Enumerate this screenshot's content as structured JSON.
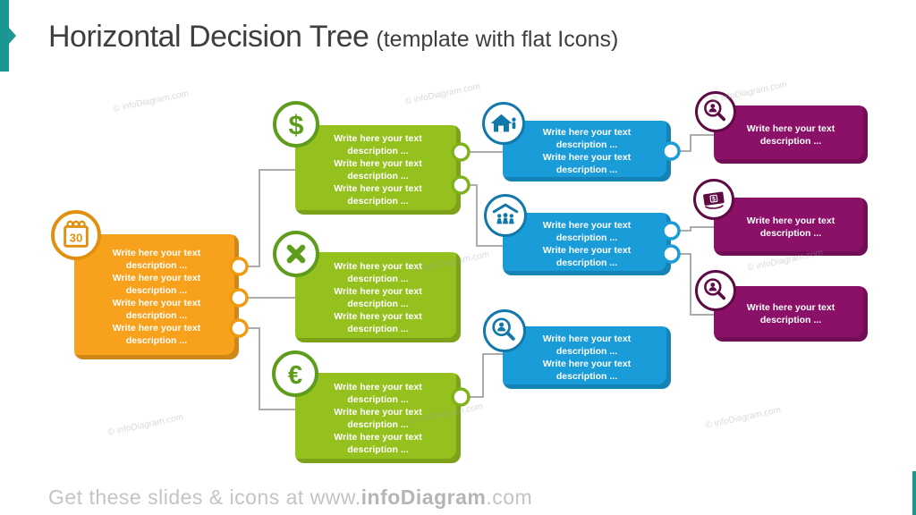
{
  "title": {
    "main": "Horizontal Decision Tree",
    "sub": "(template with flat Icons)"
  },
  "footer": {
    "pre": "Get these slides & icons at www.",
    "brand": "infoDiagram",
    "post": ".com"
  },
  "watermark_text": "© infoDiagram.com",
  "colors": {
    "orange": "#F7A11D",
    "green": "#95C11F",
    "blue": "#199CD8",
    "purple": "#8A1167",
    "teal_accent": "#1B9793",
    "connector_gray": "#ACACAC",
    "title_text": "#3E3E3E",
    "footer_text": "#C4C4C4",
    "box_text": "#FFFFFF"
  },
  "nodes": {
    "root": {
      "icon": "calendar-30-icon",
      "badge_label": "30",
      "lines": [
        "Write here your text",
        "description ...",
        "Write here your text",
        "description ...",
        "Write here your text",
        "description ...",
        "Write here your text",
        "description ..."
      ]
    },
    "green1": {
      "icon": "dollar-icon",
      "badge_label": "$",
      "lines": [
        "Write here your text",
        "description ...",
        "Write here your text",
        "description ...",
        "Write here your text",
        "description ..."
      ]
    },
    "green2": {
      "icon": "cross-icon",
      "badge_label": "",
      "lines": [
        "Write here your text",
        "description ...",
        "Write here your text",
        "description ...",
        "Write here your text",
        "description ..."
      ]
    },
    "green3": {
      "icon": "euro-icon",
      "badge_label": "€",
      "lines": [
        "Write here your text",
        "description ...",
        "Write here your text",
        "description ...",
        "Write here your text",
        "description ..."
      ]
    },
    "blue1": {
      "icon": "home-icon",
      "lines": [
        "Write here your text",
        "description ...",
        "Write here your text",
        "description ..."
      ]
    },
    "blue2": {
      "icon": "family-icon",
      "lines": [
        "Write here your text",
        "description ...",
        "Write here your text",
        "description ..."
      ]
    },
    "blue3": {
      "icon": "person-search-icon",
      "lines": [
        "Write here your text",
        "description ...",
        "Write here your text",
        "description ..."
      ]
    },
    "purple1": {
      "icon": "person-search-icon",
      "lines": [
        "Write here your text",
        "description ..."
      ]
    },
    "purple2": {
      "icon": "banknote-icon",
      "badge_label": "$",
      "lines": [
        "Write here your text",
        "description ..."
      ]
    },
    "purple3": {
      "icon": "person-search-icon",
      "lines": [
        "Write here your text",
        "description ..."
      ]
    }
  }
}
